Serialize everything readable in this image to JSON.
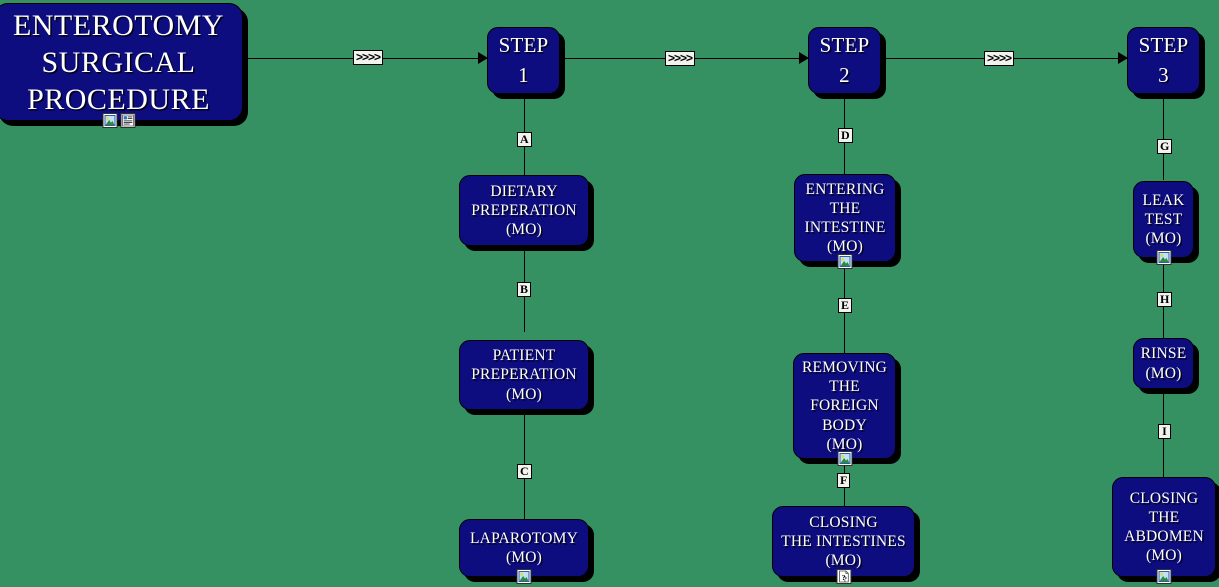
{
  "canvas": {
    "background_color": "#369162",
    "node_fill_color": "#0d0d80",
    "node_text_color": "#ffffff",
    "connector_color": "#000000",
    "badge_background_color": "#f2f2ee"
  },
  "title_node": {
    "text": "ENTEROTOMY\nSURGICAL\nPROCEDURE",
    "icons": [
      "image-icon",
      "document-icon"
    ]
  },
  "steps": [
    {
      "text": "STEP\n1"
    },
    {
      "text": "STEP\n2"
    },
    {
      "text": "STEP\n3"
    }
  ],
  "flow_markers": [
    {
      "text": ">>>>"
    },
    {
      "text": ">>>>"
    },
    {
      "text": ">>>>"
    }
  ],
  "connector_badges": [
    {
      "text": "A"
    },
    {
      "text": "B"
    },
    {
      "text": "C"
    },
    {
      "text": "D"
    },
    {
      "text": "E"
    },
    {
      "text": "F"
    },
    {
      "text": "G"
    },
    {
      "text": "H"
    },
    {
      "text": "I"
    }
  ],
  "columns": [
    {
      "name": "step-1-column",
      "nodes": [
        {
          "text": "DIETARY\nPREPERATION\n(MO)",
          "icons": []
        },
        {
          "text": "PATIENT\nPREPERATION\n(MO)",
          "icons": []
        },
        {
          "text": "LAPAROTOMY\n(MO)",
          "icons": [
            "image-icon"
          ]
        }
      ]
    },
    {
      "name": "step-2-column",
      "nodes": [
        {
          "text": "ENTERING\nTHE\nINTESTINE\n(MO)",
          "icons": [
            "image-icon"
          ]
        },
        {
          "text": "REMOVING\nTHE\nFOREIGN\nBODY\n(MO)",
          "icons": [
            "image-icon"
          ]
        },
        {
          "text": "CLOSING\nTHE INTESTINES\n(MO)",
          "icons": [
            "help-document-icon"
          ]
        }
      ]
    },
    {
      "name": "step-3-column",
      "nodes": [
        {
          "text": "LEAK\nTEST\n(MO)",
          "icons": [
            "image-icon"
          ]
        },
        {
          "text": "RINSE\n(MO)",
          "icons": []
        },
        {
          "text": "CLOSING\nTHE\nABDOMEN\n(MO)",
          "icons": [
            "image-icon"
          ]
        }
      ]
    }
  ]
}
